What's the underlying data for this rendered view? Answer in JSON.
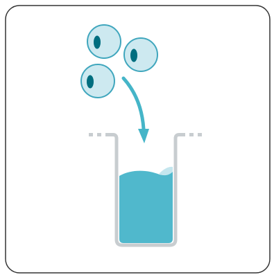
{
  "illustration": {
    "cells": [
      {
        "name": "cell-top",
        "icon": "cell-icon"
      },
      {
        "name": "cell-right",
        "icon": "cell-icon"
      },
      {
        "name": "cell-left",
        "icon": "cell-icon"
      }
    ],
    "arrow_icon": "curved-arrow-down-icon",
    "container_icon": "beaker-icon",
    "colors": {
      "frame_border": "#333333",
      "cell_fill": "#cde9f0",
      "cell_outline": "#3fa6bd",
      "nucleus": "#006e7f",
      "arrow": "#45b5c8",
      "beaker_wall": "#c8cdd0",
      "liquid": "#50b8cc",
      "liquid_highlight": "#c4e6ee"
    }
  }
}
